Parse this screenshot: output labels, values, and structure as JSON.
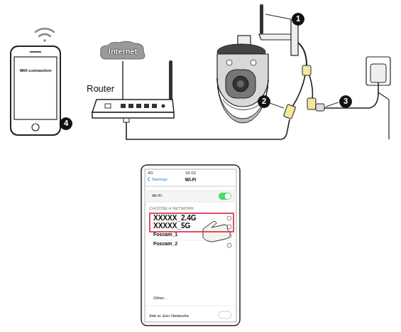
{
  "diagram": {
    "nodes": [
      {
        "text": [
          "Internet"
        ]
      },
      {
        "text": [
          "Router"
        ]
      },
      {
        "text": [
          "Wifi connection"
        ]
      },
      {
        "text": [
          "4G",
          "16:02",
          "Settings",
          "Wi-Fi",
          "Wi-Fi",
          "CHOOSE A NETWORK",
          "Foscam_1",
          "Foscam_2",
          "Other...",
          "Ask to Join Networks"
        ]
      },
      {
        "text": [
          "XXXXX_2.4G",
          "XXXXX_5G"
        ],
        "in": 3
      }
    ],
    "edges": [
      {
        "from": 0,
        "to": 1,
        "arrow": "none"
      }
    ],
    "labels": [
      "1",
      "2",
      "3",
      "4"
    ]
  }
}
